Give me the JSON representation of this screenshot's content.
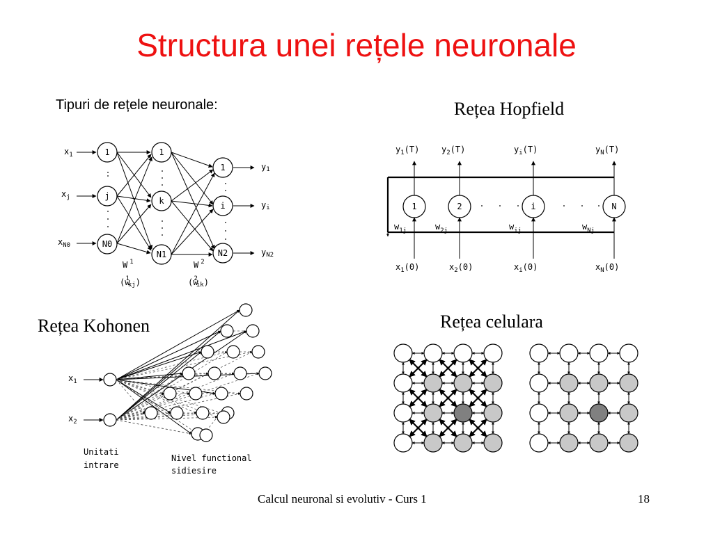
{
  "title": "Structura unei rețele neuronale",
  "subtitle": "Tipuri de rețele neuronale:",
  "hopfield_title": "Rețea Hopfield",
  "kohonen_title": "Rețea Kohonen",
  "celular_title": "Rețea celulara",
  "footer": {
    "course": "Calcul neuronal si evolutiv - Curs 1",
    "page": "18"
  },
  "feedforward": {
    "inputs": [
      {
        "x": "x",
        "sub": "1"
      },
      {
        "x": "x",
        "sub": "j"
      },
      {
        "x": "x",
        "sub": "N0"
      }
    ],
    "layer1": [
      "1",
      "j",
      "N0"
    ],
    "layer2": [
      "1",
      "k",
      "N1"
    ],
    "layer3": [
      "1",
      "i",
      "N2"
    ],
    "outputs": [
      {
        "y": "y",
        "sub": "1"
      },
      {
        "y": "y",
        "sub": "i"
      },
      {
        "y": "y",
        "sub": "N2"
      }
    ],
    "w1": "W",
    "w1_sup": "1",
    "w1_paren": "(w",
    "w1_sup2": "1",
    "w1_sub": "kj",
    "w1_close": ")",
    "w2": "W",
    "w2_sup": "2",
    "w2_paren": "(w",
    "w2_sup2": "2",
    "w2_sub": "ik",
    "w2_close": ")"
  },
  "hopfield": {
    "neurons": [
      "1",
      "2",
      "i",
      "N"
    ],
    "outputs": [
      {
        "y": "y",
        "sub": "1",
        "t": "(T)"
      },
      {
        "y": "y",
        "sub": "2",
        "t": "(T)"
      },
      {
        "y": "y",
        "sub": "i",
        "t": "(T)"
      },
      {
        "y": "y",
        "sub": "N",
        "t": "(T)"
      }
    ],
    "weights": [
      {
        "w": "w",
        "sub": "1j"
      },
      {
        "w": "w",
        "sub": "2j"
      },
      {
        "w": "w",
        "sub": "ij"
      },
      {
        "w": "w",
        "sub": "Nj"
      }
    ],
    "inputs": [
      {
        "x": "x",
        "sub": "1",
        "t": "(0)"
      },
      {
        "x": "x",
        "sub": "2",
        "t": "(0)"
      },
      {
        "x": "x",
        "sub": "i",
        "t": "(0)"
      },
      {
        "x": "x",
        "sub": "N",
        "t": "(0)"
      }
    ]
  },
  "kohonen": {
    "inputs": [
      {
        "x": "x",
        "sub": "1"
      },
      {
        "x": "x",
        "sub": "2"
      }
    ],
    "input_label": [
      "Unitati",
      "intrare"
    ],
    "output_label": [
      "Nivel functional",
      "sidiesire"
    ]
  },
  "colors": {
    "title": "#ee1111",
    "gray_light": "#c8c8c8",
    "gray_dark": "#808080"
  }
}
